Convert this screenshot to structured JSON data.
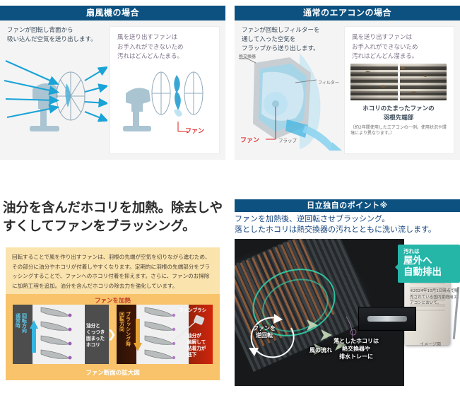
{
  "panel_fan": {
    "title": "扇風機の場合",
    "desc": "ファンが回転し背面から\n吸い込んだ空気を送り出します。",
    "sub_desc": "風を送り出すファンは\nお手入れができないため\n汚れはどんどんたまる。",
    "fan_label": "ファン"
  },
  "panel_ac": {
    "title": "通常のエアコンの場合",
    "desc": "ファンが回転しフィルターを\n通して入った空気を\nフラップから送り出します。",
    "sub_desc": "風を送り出すファンは\nお手入れができないため\n汚れはどんどん溜まる。",
    "labels": {
      "heat_exchanger": "熱交換器",
      "filter": "フィルター",
      "fan": "ファン",
      "flap": "フラップ"
    },
    "photo_caption": "ホコリのたまったファンの\n羽根先端部",
    "photo_note": "〔約2年間使用したエアコンの一例。使用状況や環境により異なります。〕"
  },
  "feature": {
    "heading": "油分を含んだホコリを加熱。除去しやすくしてファンをブラッシング。",
    "body": "回転することで風を作り出すファンは、羽根の先端が空気を切りながら進むため、その部分に油分やホコリが付着しやすくなります。定期的に羽根の先端部分をブラッシングすることで、ファンへのホコリ付着を抑えます。さらに、ファンのお掃除に加熱工程を追加。油分を含んだホコリの除去力を強化しています。",
    "diagram": {
      "title": "ファンを加熱",
      "caption": "ファン断面の拡大図",
      "left_rotation": "通常時",
      "left_rotation2": "回転方向",
      "left_note": "油分と\nくっつき\n固まった\nホコリ",
      "right_rotation": "ブラッシング時",
      "right_rotation2": "回転方向",
      "brush_label": "ファンブラシ",
      "right_note": "油分が\n融解して\n粘着力が\n低下"
    }
  },
  "hitachi": {
    "title": "日立独自のポイント※",
    "lead": "ファンを加熱後、逆回転させブラッシング。\n落としたホコリは熱交換器の汚れとともに洗い流します。",
    "callout_small": "汚れは",
    "callout_big1": "屋外へ",
    "callout_big2": "自動排出",
    "photo_label_fan": "ファンを\n逆回転",
    "photo_label_flow": "風の流れ",
    "photo_label_dust": "落としたホコリは\n熱交換器や\n排水トレーに",
    "footnote": "※2024年10月1日時点で販売されている国内家庭用エアコンにおいて。",
    "image_note": "イメージ図"
  },
  "colors": {
    "header_blue": "#0d5180",
    "teal": "#25b6a8",
    "orange": "#f8c36a",
    "cream": "#fbe3ae",
    "red": "#e03131",
    "blue_text": "#14457e"
  }
}
